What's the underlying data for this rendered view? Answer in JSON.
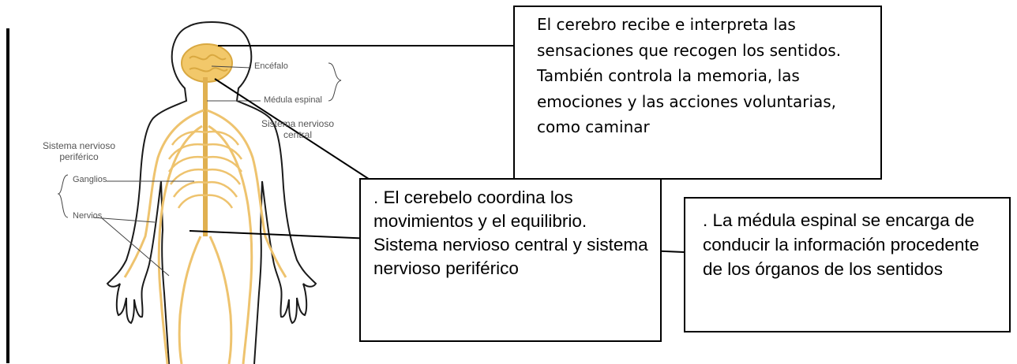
{
  "figure": {
    "labels": {
      "encefalo": "Encéfalo",
      "medula_espinal": "Médula espinal",
      "snc": "Sistema nervioso central",
      "snp": "Sistema nervioso periférico",
      "ganglios": "Ganglios",
      "nervios": "Nervios"
    },
    "colors": {
      "nerves": "#eec36e",
      "body_outline": "#1a1a1a",
      "brain": "#f2c86a"
    }
  },
  "callouts": {
    "cerebro": "El cerebro recibe e interpreta las sensaciones que recogen los sentidos. También controla la memoria, las emociones y las acciones voluntarias, como caminar",
    "cerebelo": ". El cerebelo coordina los movimientos y el equilibrio. Sistema nervioso central y sistema nervioso periférico",
    "medula": ". La médula espinal se encarga de conducir la información procedente de los órganos de los sentidos"
  }
}
